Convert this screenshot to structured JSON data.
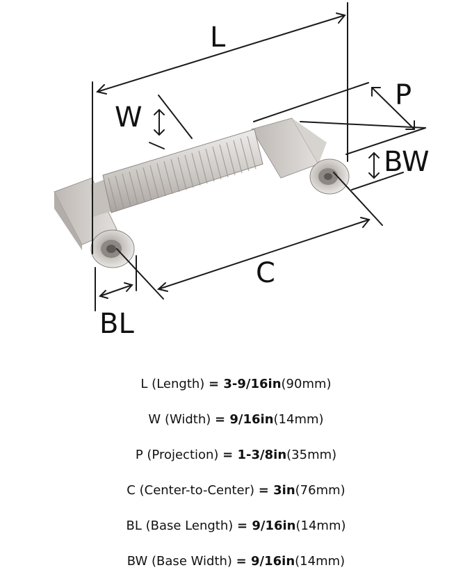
{
  "labels": {
    "L": "L",
    "W": "W",
    "P": "P",
    "BW": "BW",
    "C": "C",
    "BL": "BL"
  },
  "specs": [
    {
      "key": "L",
      "desc": " (Length) ",
      "eq": "= ",
      "value": "3-9/16in",
      "metric": "(90mm)"
    },
    {
      "key": "W",
      "desc": " (Width) ",
      "eq": "= ",
      "value": "9/16in",
      "metric": "(14mm)"
    },
    {
      "key": "P",
      "desc": " (Projection) ",
      "eq": "= ",
      "value": "1-3/8in",
      "metric": "(35mm)"
    },
    {
      "key": "C",
      "desc": " (Center-to-Center) ",
      "eq": "= ",
      "value": "3in",
      "metric": "(76mm)"
    },
    {
      "key": "BL",
      "desc": " (Base Length) ",
      "eq": "= ",
      "value": "9/16in",
      "metric": "(14mm)"
    },
    {
      "key": "BW",
      "desc": " (Base Width) ",
      "eq": "= ",
      "value": "9/16in",
      "metric": "(14mm)"
    }
  ],
  "colors": {
    "line": "#1a1a1a",
    "metal_light": "#e4e1de",
    "metal_mid": "#c9c5c1",
    "metal_dark": "#8f8a86"
  }
}
